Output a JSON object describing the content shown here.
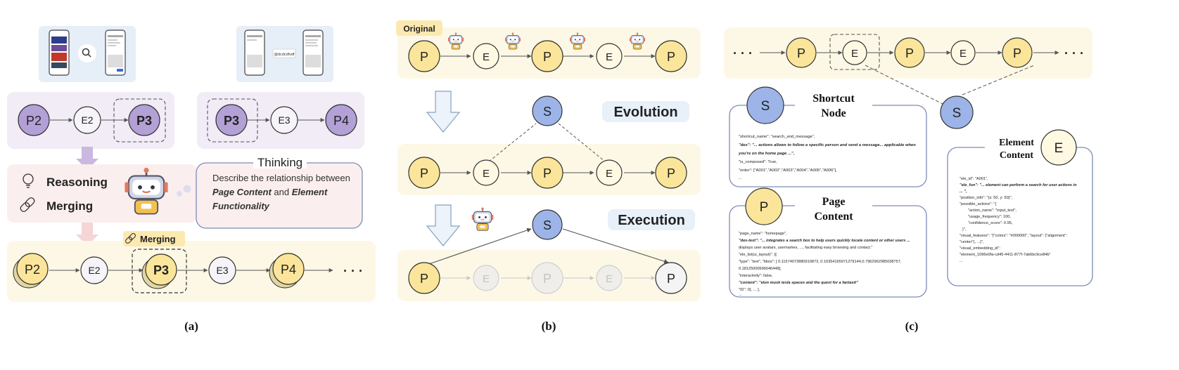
{
  "panel_a": {
    "caption": "(a)",
    "search_text": "@dcdcdfvdf",
    "top_left_nodes": [
      "P2",
      "E2",
      "P3"
    ],
    "top_right_nodes": [
      "P3",
      "E3",
      "P4"
    ],
    "reasoning_label": "Reasoning",
    "merging_label": "Merging",
    "thinking_title": "Thinking",
    "thinking_line1": "Describe the relationship between",
    "thinking_line2_a": "Page Content",
    "thinking_line2_b": " and ",
    "thinking_line2_c": "Element",
    "thinking_line3": "Functionality",
    "merging_tag": "Merging",
    "bottom_nodes": [
      "P2",
      "E2",
      "P3",
      "E3",
      "P4"
    ],
    "ellipsis": "· · ·"
  },
  "panel_b": {
    "caption": "(b)",
    "original_tag": "Original",
    "evolution_label": "Evolution",
    "execution_label": "Execution",
    "row1_nodes": [
      "P",
      "E",
      "P",
      "E",
      "P"
    ],
    "shortcut_node": "S",
    "row2_nodes": [
      "P",
      "E",
      "P",
      "E",
      "P"
    ],
    "row3_nodes": [
      "P",
      "E",
      "P",
      "E",
      "P"
    ]
  },
  "panel_c": {
    "caption": "(c)",
    "chain_nodes": [
      "P",
      "E",
      "P",
      "E",
      "P"
    ],
    "chain_ellipsis_left": "· · ·",
    "chain_ellipsis_right": "· · ·",
    "shortcut_node": "S",
    "shortcut_card": {
      "node": "S",
      "title_line1": "Shortcut",
      "title_line2": "Node",
      "lines": [
        "\"shortcut_name\": \"search_and_message\",",
        "\"des\": \"... actions allows to follow a specific person and send a message... applicable when",
        "you're on the home page ...\",",
        "\"is_composed\": True,",
        "\"order\": [\"A001\",\"A002\",\"A003\",\"A004\",\"A005\",\"A006\"],",
        "..."
      ]
    },
    "page_card": {
      "node": "P",
      "title_line1": "Page",
      "title_line2": "Content",
      "lines": [
        "\"page_name\": \"homepage\",",
        "\"des-text\": \"... integrates a search box to help users quickly locate content or other users ...",
        "displays user avatars, usernames, ..., facilitating easy browsing and contact.\"",
        "\"ele_list(ui_layout)\": [{",
        "\"type\": \"text\", \"bbox\": [ 0.11574073880910873, 0.16354165971279144,0.7962962985038757,",
        "0.18125000596046448],",
        "\"interactivity\": false,",
        "\"content\": \"elon musk tesla spacex and the quest for a fantasti\"",
        "\"ID\": 0}, ... ],",
        "..."
      ]
    },
    "element_card": {
      "node": "E",
      "title_line1": "Element",
      "title_line2": "Content",
      "lines": [
        "\"ele_id\": \"A001\",",
        "\"ele_fun\": \"... element can perform a search for user actions in",
        "... \",",
        "\"position_info\": \"{x: 50, y: 50}\",",
        "\"possible_actions\": \"{",
        "\"action_name\": \"input_text\",",
        "\"usage_frequency\": 100,",
        "\"confidence_score\": 0.95,",
        "}\",",
        "\"visual_features\": \"{\"colors\": \"#000000\", \"layout\": {\"alignment\":",
        "\"center\"}, ...}\",",
        "\"visual_embedding_id\":",
        "\"element_1096e0fa-cd45-4411-877f-7ab6bc9ce84b\"",
        "..."
      ]
    }
  },
  "colors": {
    "purple_node": "#b3a0d6",
    "yellow_node": "#fbe59a",
    "cream_node": "#fff9e4",
    "blue_node": "#9db4e8",
    "yellow_band": "#fdf8e6",
    "purple_band": "#f1ecf6",
    "pink_band": "#fbeeee",
    "light_blue_panel": "#e8f0fa"
  }
}
